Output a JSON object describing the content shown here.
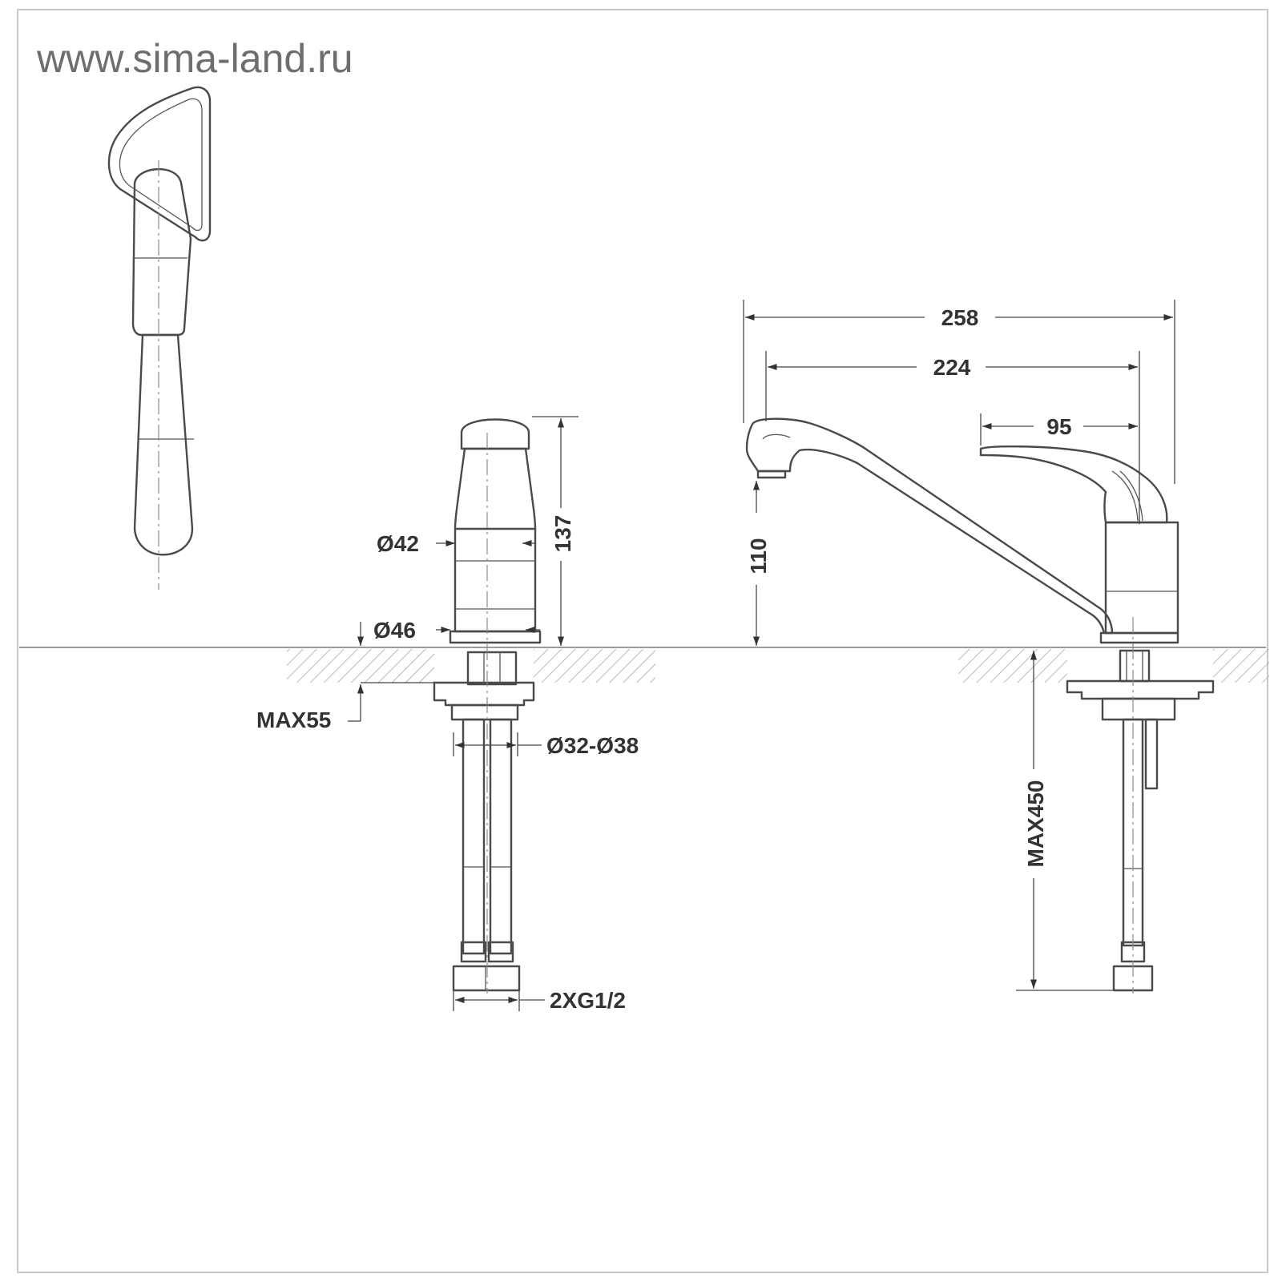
{
  "watermark": "www.sima-land.ru",
  "dimensions": {
    "d258": "258",
    "d224": "224",
    "d95": "95",
    "d137": "137",
    "d110": "110",
    "dia42": "Ø42",
    "dia46": "Ø46",
    "max55": "MAX55",
    "dia32_38": "Ø32-Ø38",
    "max450": "MAX450",
    "g12": "2XG1/2"
  },
  "colors": {
    "line": "#4a4a4a",
    "text": "#333333",
    "watermark": "#6e6e6e"
  }
}
